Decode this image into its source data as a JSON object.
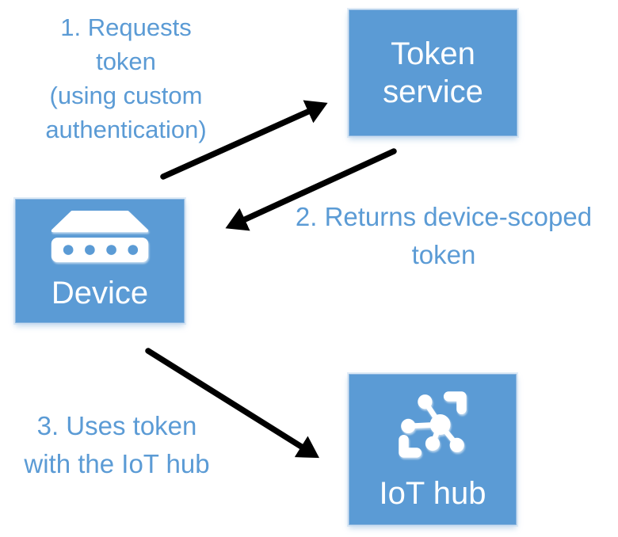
{
  "diagram": {
    "colors": {
      "background": "#FFFFFF",
      "node_fill": "#5B9BD5",
      "node_text": "#FFFFFF",
      "annotation_text": "#5B9BD5",
      "arrow": "#000000"
    },
    "nodes": {
      "token_service": {
        "label": "Token\nservice"
      },
      "device": {
        "label": "Device",
        "icon": "device-icon"
      },
      "iot_hub": {
        "label": "IoT hub",
        "icon": "iot-hub-icon"
      }
    },
    "annotations": {
      "step1": "1. Requests\ntoken\n(using custom\nauthentication)",
      "step2": "2. Returns device-scoped\ntoken",
      "step3": "3. Uses token\nwith the IoT hub"
    },
    "arrows": [
      {
        "step": "1",
        "from": "device",
        "to": "token_service"
      },
      {
        "step": "2",
        "from": "token_service",
        "to": "device"
      },
      {
        "step": "3",
        "from": "device",
        "to": "iot_hub"
      }
    ]
  }
}
